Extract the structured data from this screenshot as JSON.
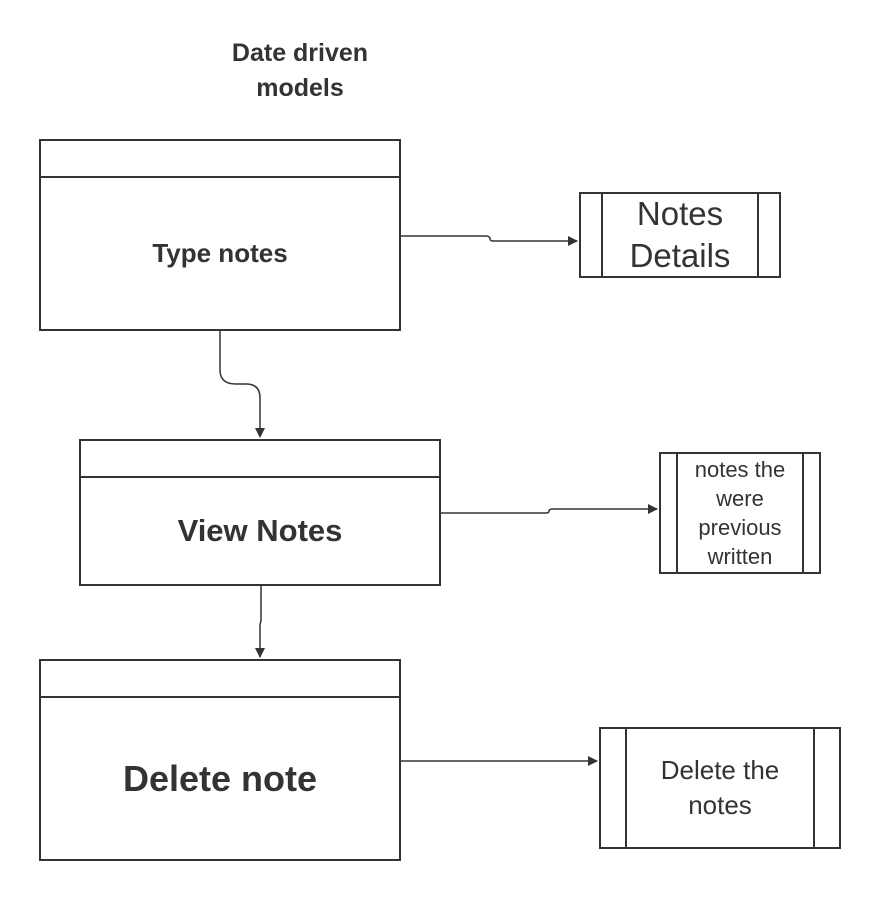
{
  "diagram": {
    "title_line1": "Date driven",
    "title_line2": "models",
    "processes": {
      "type_notes": "Type notes",
      "view_notes": "View Notes",
      "delete_note": "Delete note"
    },
    "outputs": {
      "notes_details": [
        "Notes",
        "Details"
      ],
      "previous_notes": [
        "notes the",
        "were",
        "previous",
        "written"
      ],
      "delete_the_notes": [
        "Delete the",
        "notes"
      ]
    },
    "colors": {
      "stroke": "#333333",
      "background": "#ffffff"
    }
  }
}
